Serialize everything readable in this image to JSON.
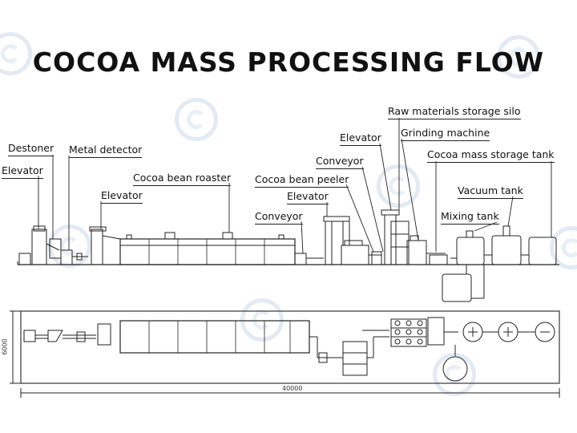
{
  "title": "COCOA MASS PROCESSING FLOW",
  "labels": {
    "destoner": "Destoner",
    "metal_detector": "Metal detector",
    "elevator_1": "Elevator",
    "cocoa_bean_roaster": "Cocoa bean roaster",
    "elevator_2": "Elevator",
    "conveyor_1": "Conveyor",
    "cocoa_bean_peeler": "Cocoa bean peeler",
    "elevator_3": "Elevator",
    "conveyor_2": "Conveyor",
    "elevator_4": "Elevator",
    "raw_materials_storage_silo": "Raw materials storage silo",
    "grinding_machine": "Grinding machine",
    "cocoa_mass_storage_tank": "Cocoa mass storage tank",
    "vacuum_tank": "Vacuum tank",
    "mixing_tank": "Mixing tank"
  },
  "dimensions": {
    "width": "6000",
    "length": "40000"
  },
  "colors": {
    "line": "#222222",
    "watermark": "#dfe8f2",
    "title": "#111111"
  }
}
